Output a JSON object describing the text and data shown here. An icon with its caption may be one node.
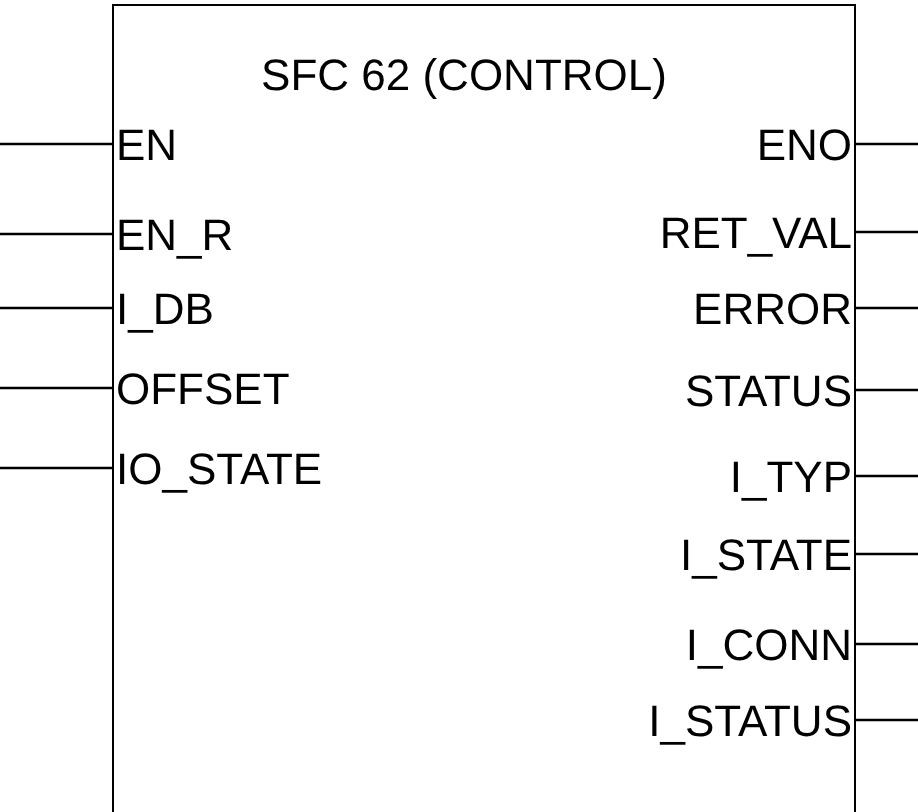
{
  "diagram": {
    "nodes": [
      {
        "text": [
          "SFC 62 (CONTROL)"
        ]
      },
      {
        "text": [
          "EN"
        ],
        "in": 0
      },
      {
        "text": [
          "EN_R"
        ],
        "in": 0
      },
      {
        "text": [
          "I_DB"
        ],
        "in": 0
      },
      {
        "text": [
          "OFFSET"
        ],
        "in": 0
      },
      {
        "text": [
          "IO_STATE"
        ],
        "in": 0
      },
      {
        "text": [
          "ENO"
        ],
        "in": 0
      },
      {
        "text": [
          "RET_VAL"
        ],
        "in": 0
      },
      {
        "text": [
          "ERROR"
        ],
        "in": 0
      },
      {
        "text": [
          "STATUS"
        ],
        "in": 0
      },
      {
        "text": [
          "I_TYP"
        ],
        "in": 0
      },
      {
        "text": [
          "I_STATE"
        ],
        "in": 0
      },
      {
        "text": [
          "I_CONN"
        ],
        "in": 0
      },
      {
        "text": [
          "I_STATUS"
        ],
        "in": 0
      }
    ],
    "edges": [
      {
        "from": null,
        "to": 1,
        "arrow": "none"
      },
      {
        "from": null,
        "to": 2,
        "arrow": "none"
      },
      {
        "from": null,
        "to": 3,
        "arrow": "none"
      },
      {
        "from": null,
        "to": 4,
        "arrow": "none"
      },
      {
        "from": null,
        "to": 5,
        "arrow": "none"
      },
      {
        "from": 6,
        "to": null,
        "arrow": "none"
      },
      {
        "from": 7,
        "to": null,
        "arrow": "none"
      },
      {
        "from": 8,
        "to": null,
        "arrow": "none"
      },
      {
        "from": 9,
        "to": null,
        "arrow": "none"
      },
      {
        "from": 10,
        "to": null,
        "arrow": "none"
      },
      {
        "from": 11,
        "to": null,
        "arrow": "none"
      },
      {
        "from": 12,
        "to": null,
        "arrow": "none"
      },
      {
        "from": 13,
        "to": null,
        "arrow": "none"
      }
    ]
  }
}
